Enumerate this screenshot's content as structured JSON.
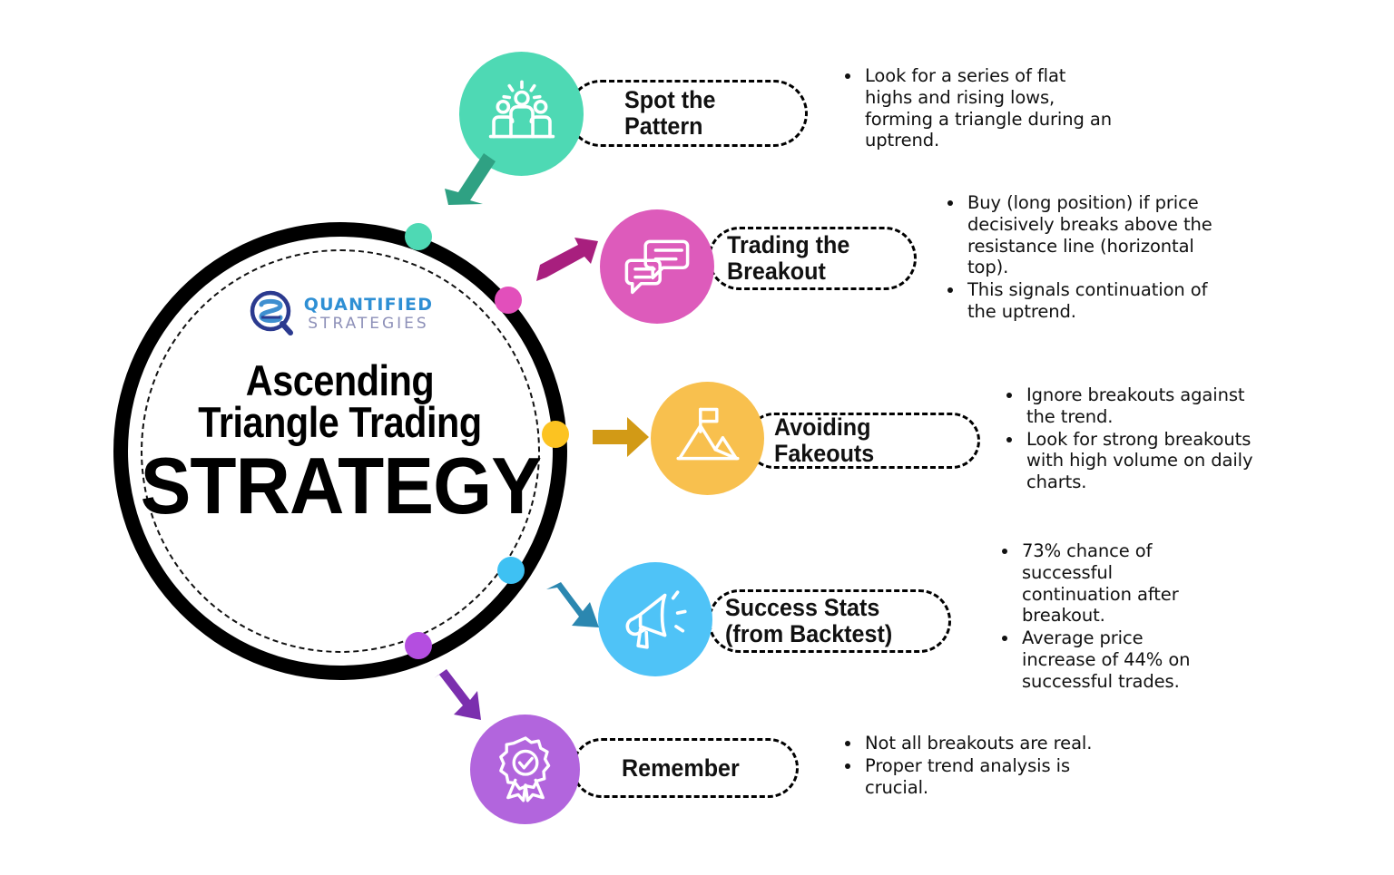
{
  "brand": {
    "logo_top": "QUANTIFIED",
    "logo_bottom": "STRATEGIES",
    "logo_icon": "magnifier-q-s-logo-icon",
    "logo_top_color": "#2e8fd4",
    "logo_bottom_color": "#8d90b8"
  },
  "hub": {
    "title_line1": "Ascending",
    "title_line2": "Triangle Trading",
    "title_emphasis": "STRATEGY",
    "ring_color": "#000000"
  },
  "steps": [
    {
      "id": "spot-the-pattern",
      "label": "Spot the Pattern",
      "icon": "people-group-idea-icon",
      "color": "#4ed9b4",
      "dot_color": "#4ed9b4",
      "arrow_color": "#2fa183",
      "bullets": [
        "Look for a series of flat highs and rising lows, forming a triangle during an uptrend."
      ]
    },
    {
      "id": "trading-the-breakout",
      "label": "Trading the Breakout",
      "icon": "speech-bubbles-icon",
      "color": "#dd5bbb",
      "dot_color": "#e24fbb",
      "arrow_color": "#a81f7e",
      "bullets": [
        "Buy (long position) if price decisively breaks above the resistance line (horizontal top).",
        "This signals continuation of the uptrend."
      ]
    },
    {
      "id": "avoiding-fakeouts",
      "label": "Avoiding Fakeouts",
      "icon": "mountain-flag-icon",
      "color": "#f8c04e",
      "dot_color": "#fcc321",
      "arrow_color": "#d29a16",
      "bullets": [
        "Ignore breakouts against the trend.",
        "Look for strong breakouts with high volume on daily charts."
      ]
    },
    {
      "id": "success-stats",
      "label": "Success Stats (from Backtest)",
      "icon": "megaphone-icon",
      "color": "#4fc3f7",
      "dot_color": "#3ec1f3",
      "arrow_color": "#2b87b0",
      "bullets": [
        "73% chance of successful continuation after breakout.",
        "Average price increase of 44% on successful trades."
      ]
    },
    {
      "id": "remember",
      "label": "Remember",
      "icon": "award-ribbon-check-icon",
      "color": "#b265dd",
      "dot_color": "#b44ee0",
      "arrow_color": "#7b2fae",
      "bullets": [
        "Not all breakouts are real.",
        "Proper trend analysis is crucial."
      ]
    }
  ]
}
